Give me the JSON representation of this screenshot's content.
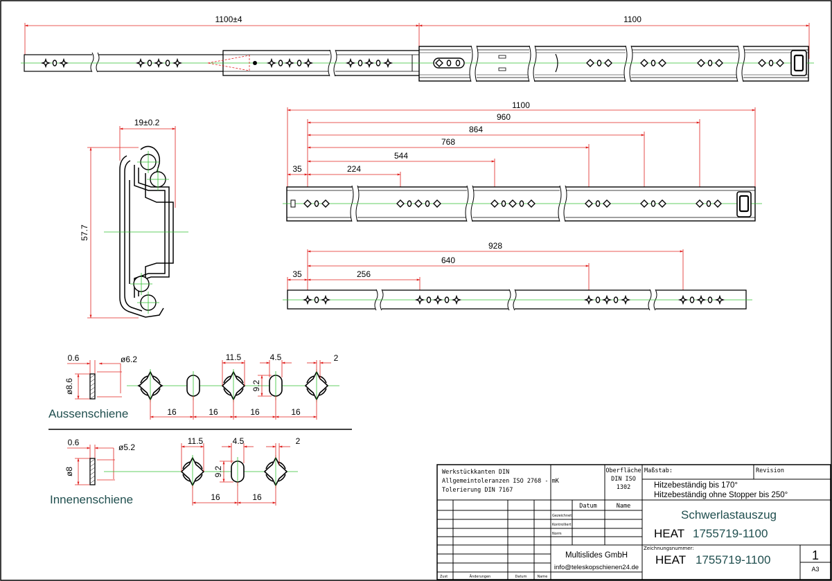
{
  "top_view": {
    "dim_left": "1100±4",
    "dim_right": "1100"
  },
  "profile": {
    "width_dim": "19±0.2",
    "height_dim": "57.7"
  },
  "outer_rail": {
    "dims": [
      "1100",
      "960",
      "864",
      "768",
      "544",
      "224",
      "35"
    ]
  },
  "inner_rail": {
    "dims": [
      "928",
      "640",
      "256",
      "35"
    ]
  },
  "detail_outer": {
    "label": "Aussenschiene",
    "thickness": "0.6",
    "bore": "ø6.2",
    "height": "ø8.6",
    "slot_w": "11.5",
    "slot_gap": "4.5",
    "slot_h": "9.2",
    "edge": "2",
    "pitch": [
      "16",
      "16",
      "16",
      "16"
    ]
  },
  "detail_inner": {
    "label": "Innenenschiene",
    "thickness": "0.6",
    "bore": "ø5.2",
    "height": "ø8",
    "slot_w": "11.5",
    "slot_gap": "4.5",
    "slot_h": "9.2",
    "edge": "2",
    "pitch": [
      "16",
      "16"
    ]
  },
  "title_block": {
    "tolerances": [
      "Werkstückkanten DIN",
      "Allgemeintoleranzen ISO 2768 - mK",
      "Tolerierung DIN 7167"
    ],
    "surface_label": "Oberfläche",
    "surface_value": [
      "DIN ISO",
      "1302"
    ],
    "scale_label": "Maßstab:",
    "revision_label": "Revision",
    "notes": [
      "Hitzebeständig bis 170°",
      "Hitzebeständig ohne Stopper bis 250°"
    ],
    "col_datum": "Datum",
    "col_name": "Name",
    "rows": [
      "Gezeichnet",
      "Kontrolliert",
      "Norm"
    ],
    "title": "Schwerlastauszug",
    "product_prefix": "HEAT",
    "product_number": "1755719-1100",
    "drawing_no_label": "Zeichnungsnummer:",
    "company": "Multislides GmbH",
    "email": "info@teleskopschienen24.de",
    "sheet_number": "1",
    "sheet_size": "A3",
    "footer": [
      "Zust",
      "Änderungen",
      "Datum",
      "Name"
    ]
  },
  "colors": {
    "dimension_line": "#e0201e",
    "center_line": "#2fbf2f",
    "outline": "#000000",
    "label_text": "#1f4e4e"
  }
}
